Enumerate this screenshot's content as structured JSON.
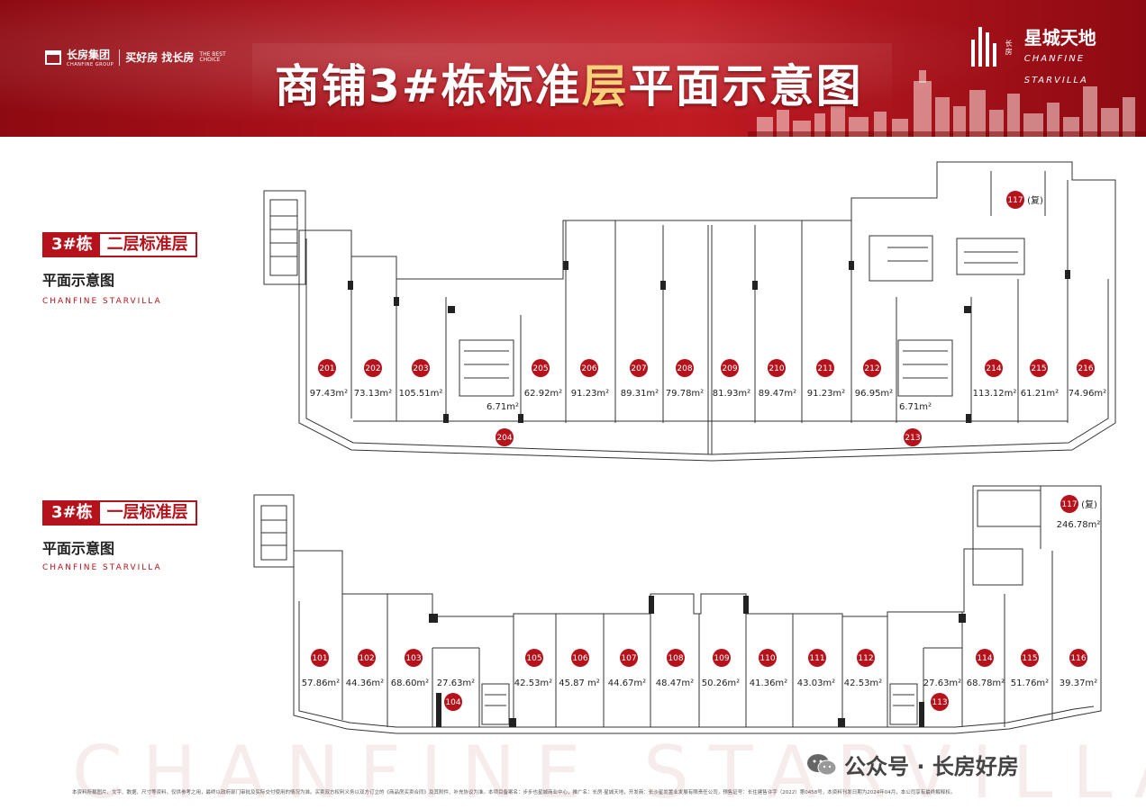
{
  "header": {
    "brand": {
      "group": "长房集团",
      "group_en": "CHANFINE GROUP",
      "slogan": "买好房 找长房",
      "tagline": "THE BEST CHOICE"
    },
    "title": {
      "prefix": "商铺3#栋标准",
      "highlight": "层",
      "suffix": "平面示意图"
    },
    "project": {
      "tag": "长房",
      "name": "星城天地",
      "name_en": "CHANFINE STARVILLA"
    }
  },
  "floor2": {
    "building": "3#栋",
    "level": "二层标准层",
    "subtitle": "平面示意图",
    "english": "CHANFINE STARVILLA",
    "units": [
      {
        "no": "201",
        "area": "97.43m²"
      },
      {
        "no": "202",
        "area": "73.13m²"
      },
      {
        "no": "203",
        "area": "105.51m²"
      },
      {
        "no": "204",
        "area": "6.71m²"
      },
      {
        "no": "205",
        "area": "62.92m²"
      },
      {
        "no": "206",
        "area": "91.23m²"
      },
      {
        "no": "207",
        "area": "89.31m²"
      },
      {
        "no": "208",
        "area": "79.78m²"
      },
      {
        "no": "209",
        "area": "81.93m²"
      },
      {
        "no": "210",
        "area": "89.47m²"
      },
      {
        "no": "211",
        "area": "91.23m²"
      },
      {
        "no": "212",
        "area": "96.95m²"
      },
      {
        "no": "213",
        "area": "6.71m²"
      },
      {
        "no": "214",
        "area": "113.12m²"
      },
      {
        "no": "215",
        "area": "61.21m²"
      },
      {
        "no": "216",
        "area": "74.96m²"
      }
    ],
    "duplex": {
      "no": "117",
      "note": "(复)"
    }
  },
  "floor1": {
    "building": "3#栋",
    "level": "一层标准层",
    "subtitle": "平面示意图",
    "english": "CHANFINE STARVILLA",
    "units": [
      {
        "no": "101",
        "area": "57.86m²"
      },
      {
        "no": "102",
        "area": "44.36m²"
      },
      {
        "no": "103",
        "area": "68.60m²"
      },
      {
        "no": "104",
        "area": "27.63m²"
      },
      {
        "no": "105",
        "area": "42.53m²"
      },
      {
        "no": "106",
        "area": "45.87 m²"
      },
      {
        "no": "107",
        "area": "44.67m²"
      },
      {
        "no": "108",
        "area": "48.47m²"
      },
      {
        "no": "109",
        "area": "50.26m²"
      },
      {
        "no": "110",
        "area": "41.36m²"
      },
      {
        "no": "111",
        "area": "43.03m²"
      },
      {
        "no": "112",
        "area": "42.53m²"
      },
      {
        "no": "113",
        "area": "27.63m²"
      },
      {
        "no": "114",
        "area": "68.78m²"
      },
      {
        "no": "115",
        "area": "51.76m²"
      },
      {
        "no": "116",
        "area": "39.37m²"
      }
    ],
    "duplex": {
      "no": "117",
      "note": "(复)",
      "area": "246.78m²"
    }
  },
  "watermark": "CHANFINE STARVILLA",
  "footer": {
    "wechat": "公众号 · 长房好房",
    "disclaimer": "本资料所载图片、文字、数据、尺寸等资料，仅供参考之用，最终以政府部门审批及实际交付使用的情况为准。买卖双方权利义务以双方订立的《商品房买卖合同》及其附件、补充协议为准。本项目备案名：步步也星城商业中心，推广名：长房·星城天地，开发商：长沙星尚置业发展有限责任公司，预售证号：长住建售许字（2022）第0458号，本资料刊发日期为2024年04月，本公司享有最终解释权。"
  },
  "colors": {
    "brand_red": "#b5121b",
    "gold": "#f7d27a"
  }
}
